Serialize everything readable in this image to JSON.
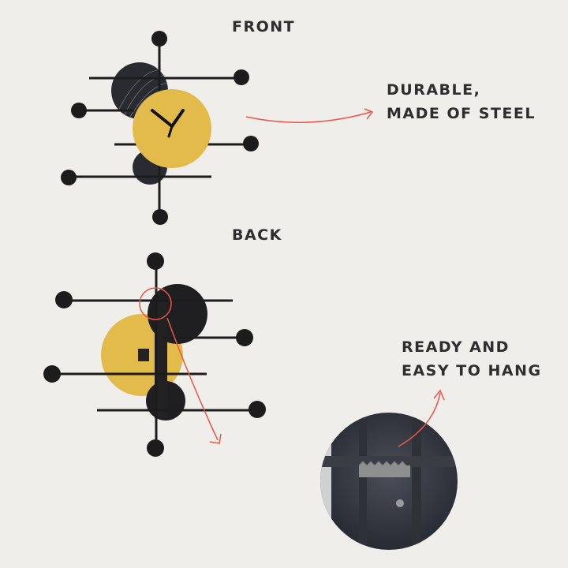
{
  "labels": {
    "front": "FRONT",
    "back": "BACK",
    "durable_line1": "DURABLE,",
    "durable_line2": "MADE OF STEEL",
    "hang_line1": "READY AND",
    "hang_line2": "EASY TO HANG"
  },
  "colors": {
    "background": "#efeeeb",
    "gold": "#e2bb4a",
    "steel": "#1c1c1c",
    "accent_red": "#e8574a"
  }
}
